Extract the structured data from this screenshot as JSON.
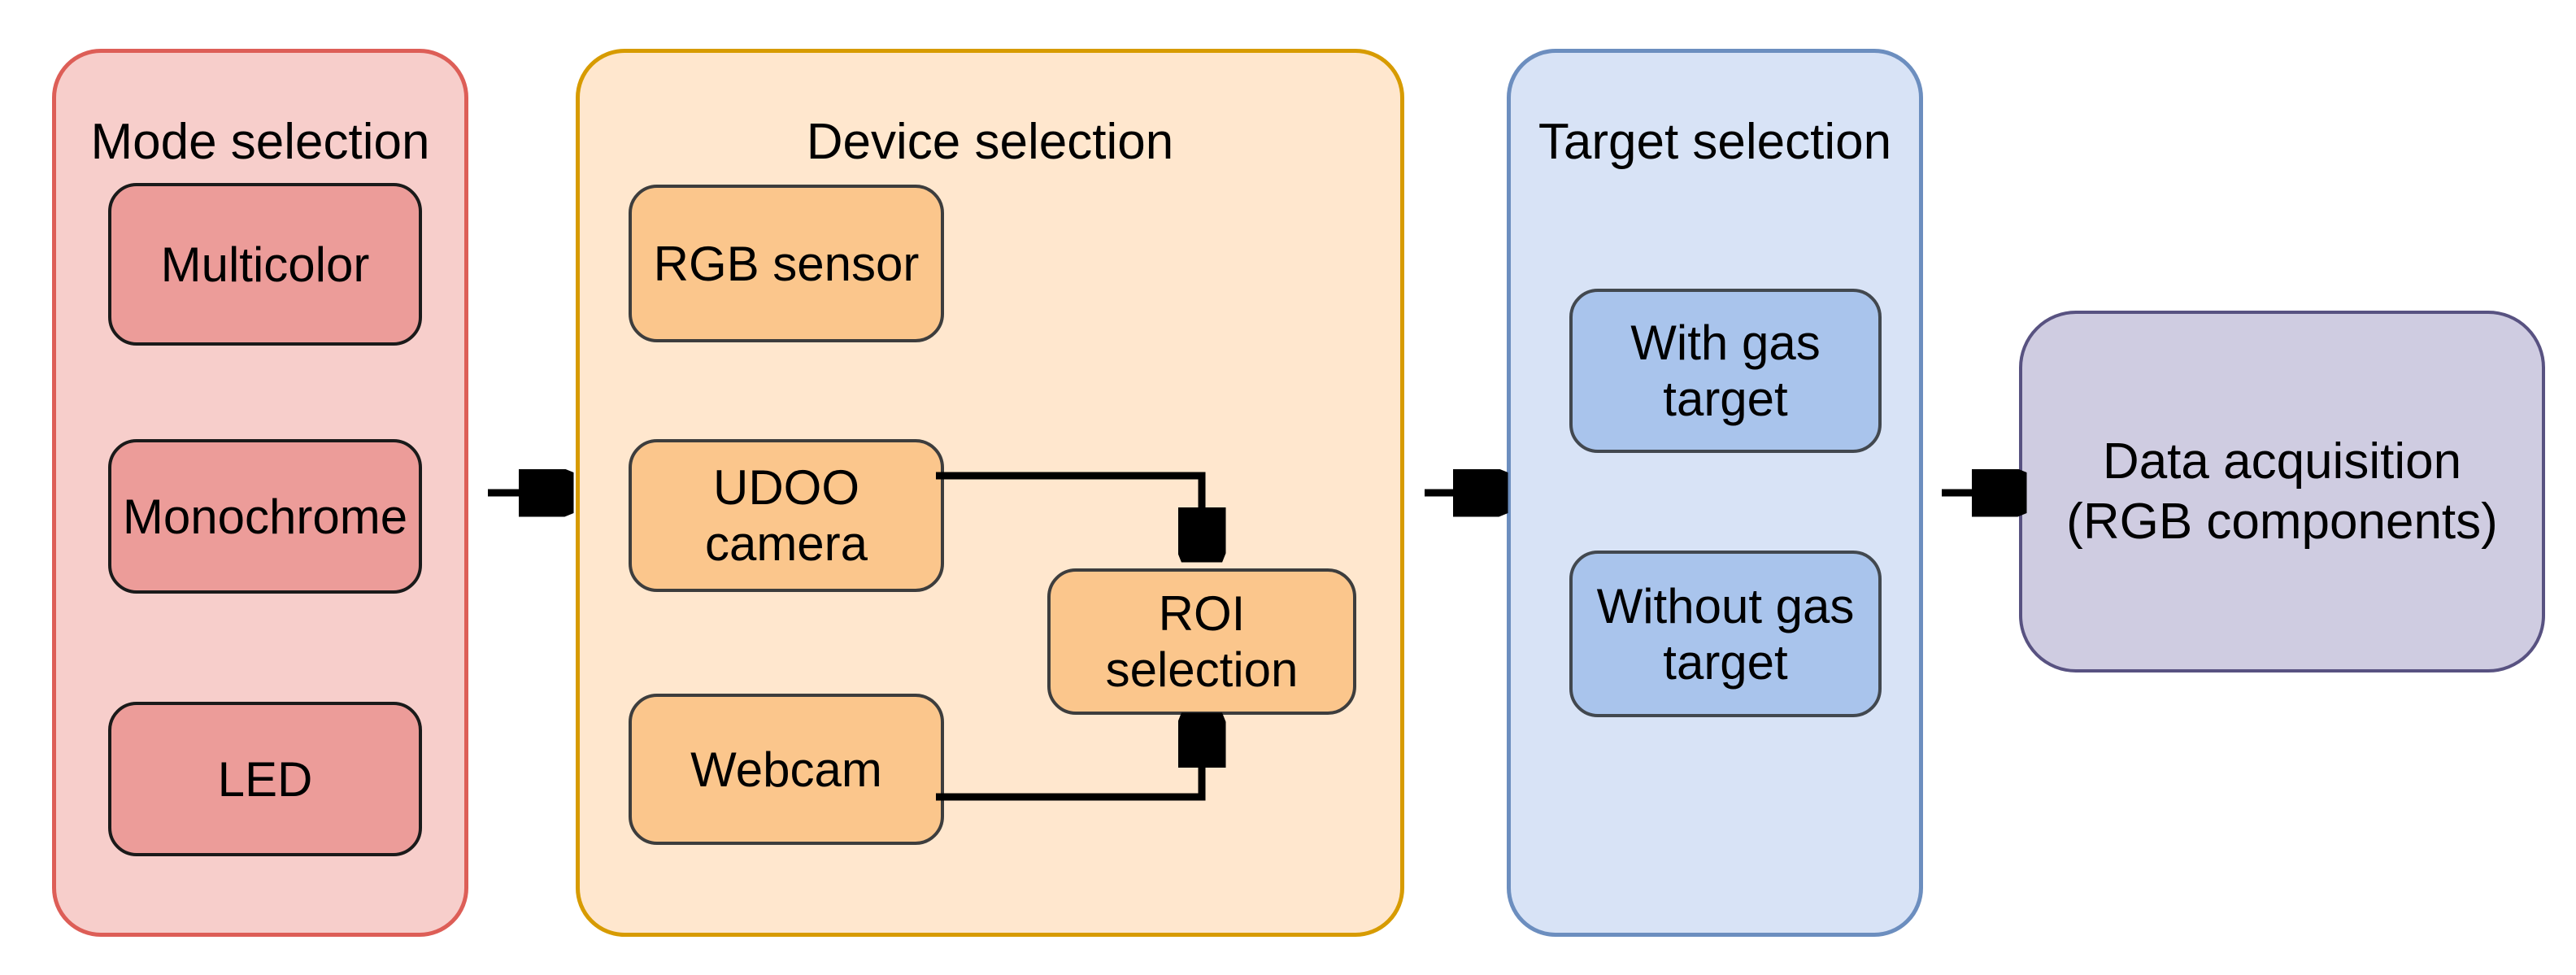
{
  "diagram": {
    "panels": [
      {
        "id": "mode-selection",
        "title": "Mode selection",
        "items": [
          "Multicolor",
          "Monochrome",
          "LED"
        ]
      },
      {
        "id": "device-selection",
        "title": "Device selection",
        "items": [
          "RGB sensor",
          "UDOO camera",
          "Webcam",
          "ROI selection"
        ]
      },
      {
        "id": "target-selection",
        "title": "Target selection",
        "items": [
          "With gas target",
          "Without gas target"
        ]
      }
    ],
    "terminal": {
      "label": "Data acquisition (RGB components)"
    },
    "flow": [
      "Mode selection -> Device selection",
      "Device selection -> Target selection",
      "Target selection -> Data acquisition (RGB components)",
      "UDOO camera -> ROI selection",
      "Webcam -> ROI selection"
    ],
    "colors": {
      "mode_panel_fill": "#f7cecb",
      "mode_panel_border": "#dd5e57",
      "mode_node_fill": "#ec9c99",
      "device_panel_fill": "#ffe7ce",
      "device_panel_border": "#d79b00",
      "device_node_fill": "#fbc68c",
      "target_panel_fill": "#d8e3f6",
      "target_panel_border": "#6c8ebf",
      "target_node_fill": "#a9c4ec",
      "terminal_fill": "#cfcce1",
      "terminal_border": "#585281",
      "arrow": "#000000",
      "text": "#000000"
    }
  }
}
